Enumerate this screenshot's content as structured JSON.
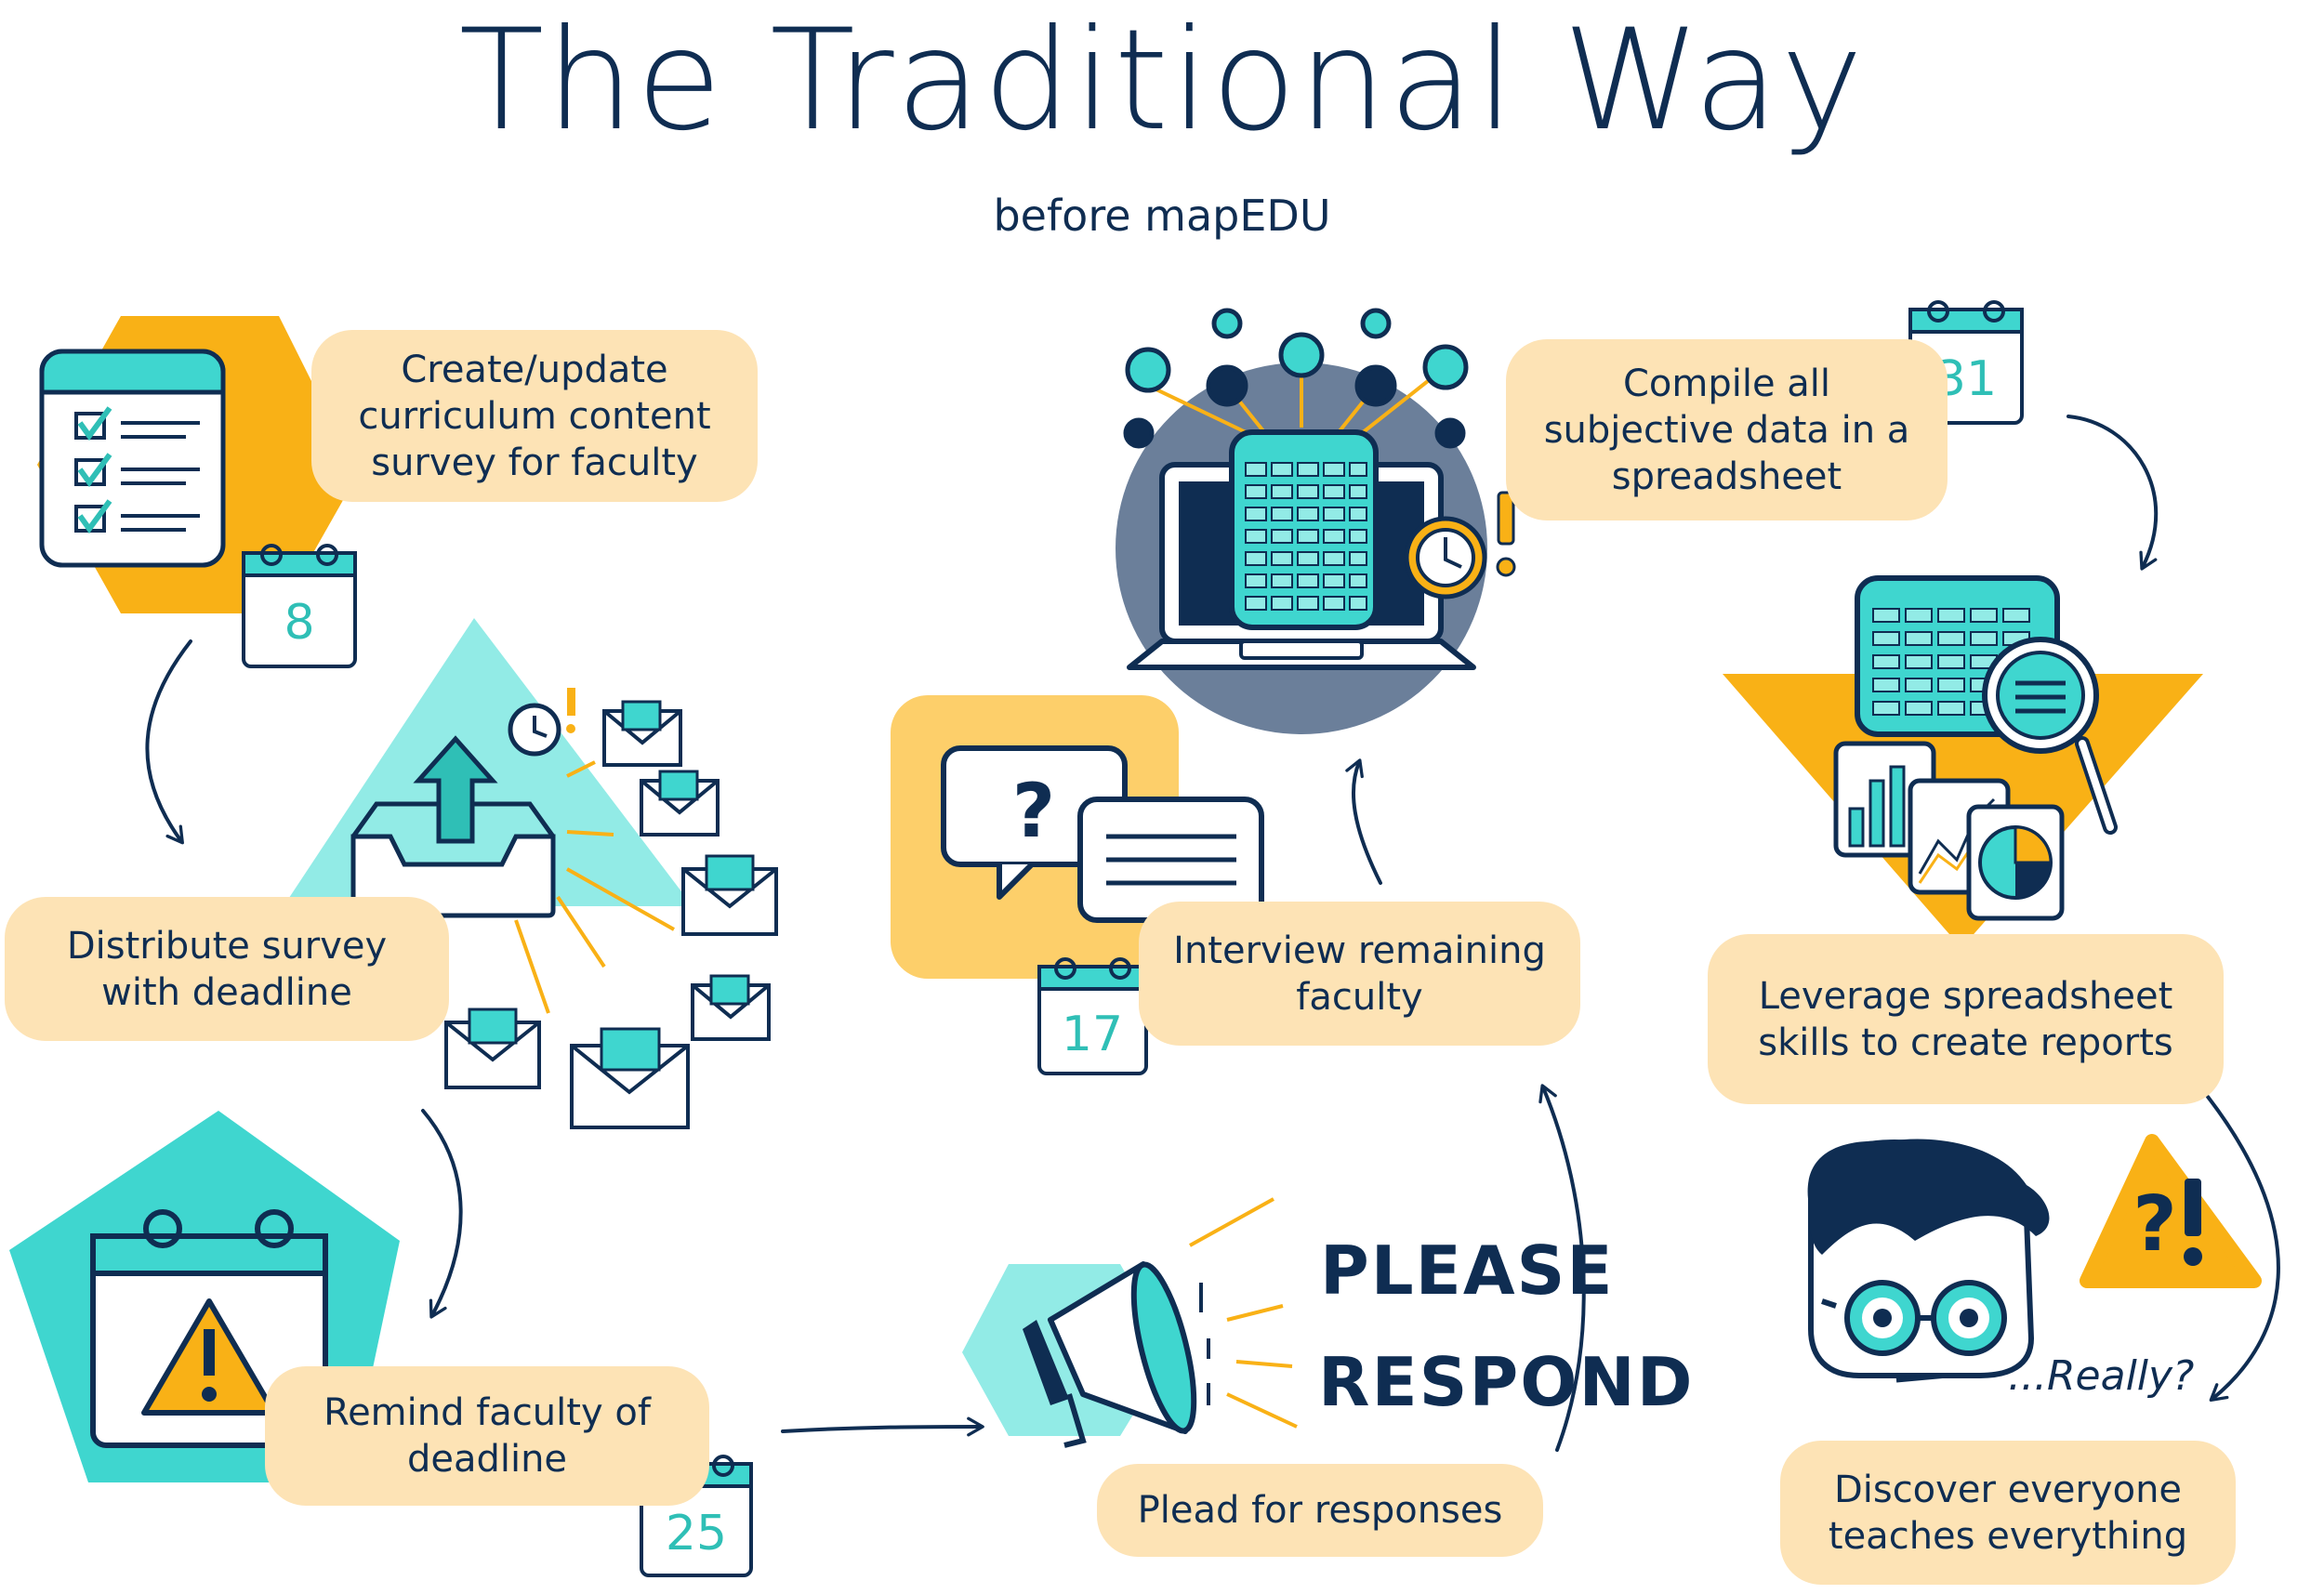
{
  "header": {
    "title": "The Traditional Way",
    "subtitle": "before mapEDU"
  },
  "steps": [
    {
      "label": "Create/update curriculum content survey for faculty",
      "day": "8"
    },
    {
      "label": "Distribute survey with deadline"
    },
    {
      "label": "Remind faculty of deadline",
      "day": "25"
    },
    {
      "label": "Plead for responses"
    },
    {
      "label": "Interview remaining faculty",
      "day": "17"
    },
    {
      "label": "Compile all subjective data in a spreadsheet",
      "day": "31"
    },
    {
      "label": "Leverage spreadsheet skills to create reports"
    },
    {
      "label": "Discover everyone teaches everything"
    }
  ],
  "callouts": {
    "please": "PLEASE",
    "respond": "RESPOND",
    "really": "...Really?"
  },
  "colors": {
    "navy": "#0f2d52",
    "teal": "#3fd6cf",
    "light_teal": "#92ebe6",
    "orange": "#f9b116",
    "light_orange": "#fdcf6a",
    "box": "#fde3b5"
  }
}
